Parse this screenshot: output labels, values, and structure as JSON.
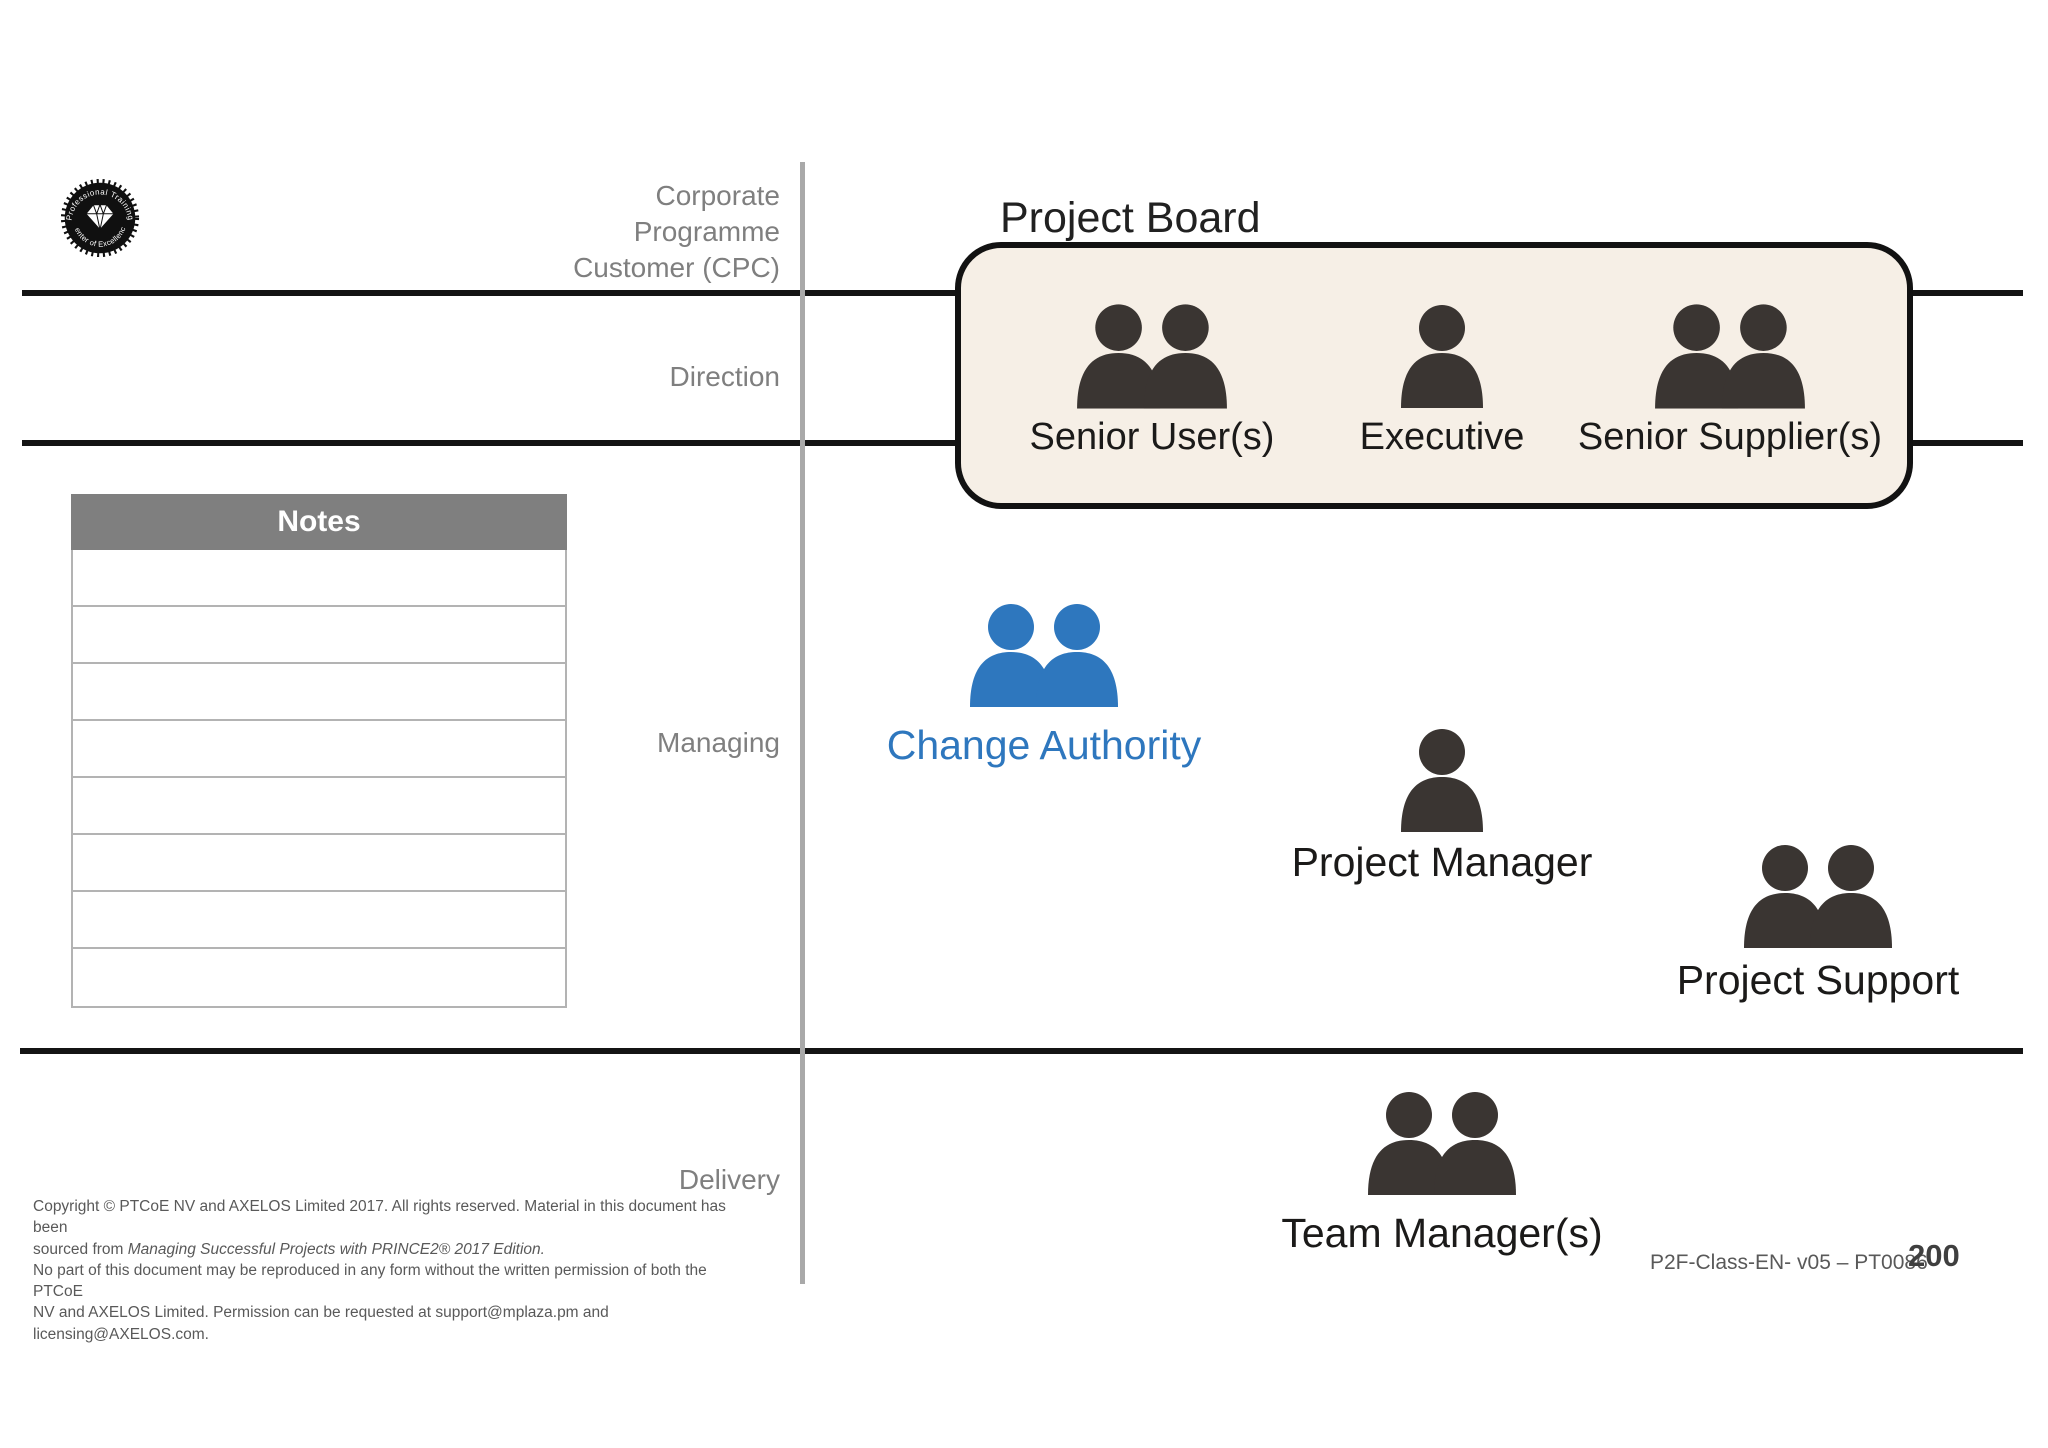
{
  "logo": {
    "top_text": "Professional Training",
    "bottom_text": "Center of Excellence"
  },
  "levels": {
    "cpc_line1": "Corporate",
    "cpc_line2": "Programme",
    "cpc_line3": "Customer (CPC)",
    "direction": "Direction",
    "managing": "Managing",
    "delivery": "Delivery"
  },
  "board": {
    "title": "Project Board",
    "roles": {
      "senior_user": "Senior User(s)",
      "executive": "Executive",
      "senior_supplier": "Senior Supplier(s)"
    }
  },
  "roles": {
    "change_authority": "Change Authority",
    "project_manager": "Project Manager",
    "project_support": "Project Support",
    "team_managers": "Team Manager(s)"
  },
  "notes": {
    "header": "Notes",
    "row_count": 8
  },
  "footer": {
    "copyright_line1": "Copyright © PTCoE NV and AXELOS Limited 2017. All rights reserved. Material in this document has been",
    "copyright_line2_prefix": "sourced from ",
    "copyright_line2_italic": "Managing Successful Projects with PRINCE2® 2017 Edition.",
    "copyright_line3": "No part of this document may be reproduced in any form without the written permission of both the PTCoE",
    "copyright_line4": "NV and AXELOS Limited. Permission can be requested at support@mplaza.pm and licensing@AXELOS.com.",
    "doc_code": "P2F-Class-EN- v05 – PT0086",
    "page_number": "200"
  },
  "colors": {
    "accent_blue": "#2E77BE",
    "icon_dark": "#3A3532",
    "board_fill": "#F6EFE6",
    "label_gray": "#7F7F7F",
    "line_dark": "#141414",
    "vline_gray": "#A9A9A9",
    "notes_header_bg": "#7F7F7F",
    "footer_gray": "#595959"
  }
}
